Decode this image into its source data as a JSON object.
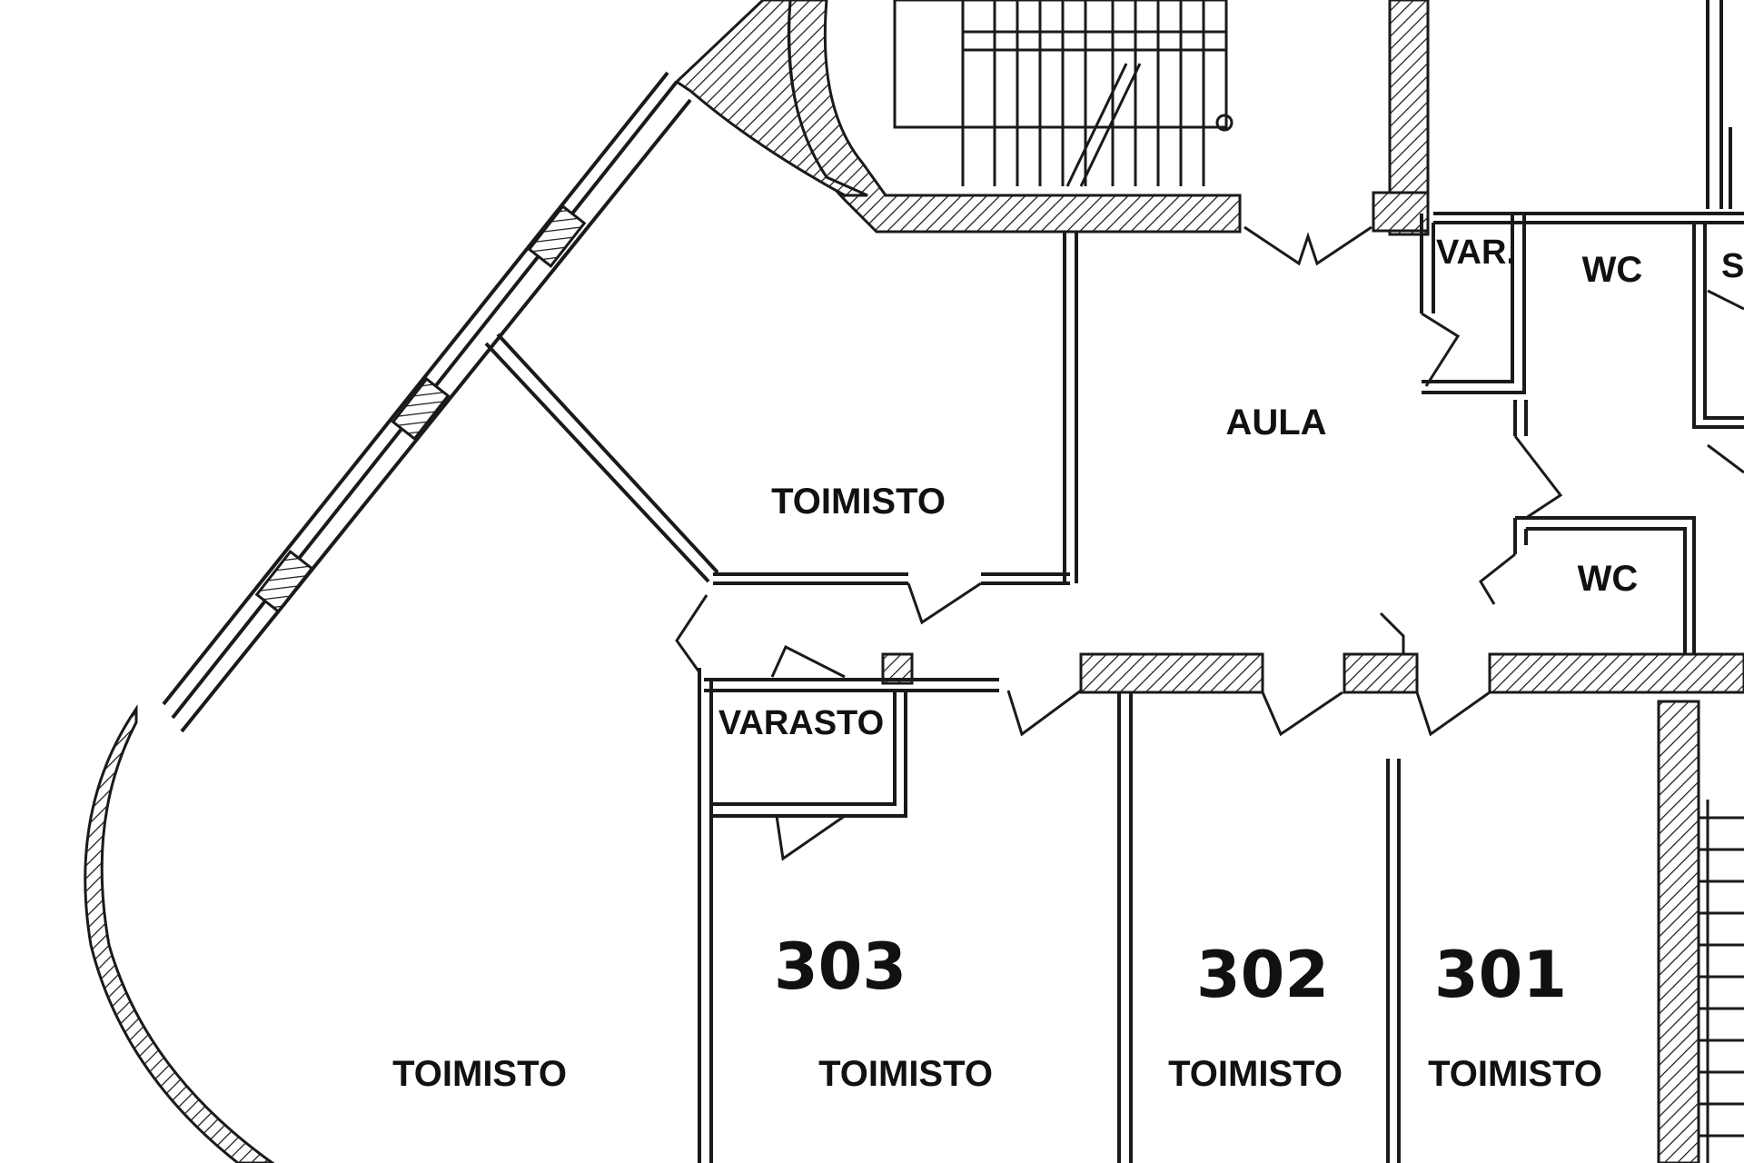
{
  "colors": {
    "wall": "#1a1a1a",
    "background": "#ffffff",
    "text": "#111111"
  },
  "rooms": {
    "toimisto_upper": "TOIMISTO",
    "aula": "AULA",
    "var": "VAR.",
    "wc_upper": "WC",
    "s_partial": "S",
    "wc_lower": "WC",
    "varasto": "VARASTO",
    "toimisto_left": "TOIMISTO",
    "toimisto_303": "TOIMISTO",
    "toimisto_302": "TOIMISTO",
    "toimisto_301": "TOIMISTO"
  },
  "room_numbers": {
    "r303": "303",
    "r302": "302",
    "r301": "301"
  }
}
